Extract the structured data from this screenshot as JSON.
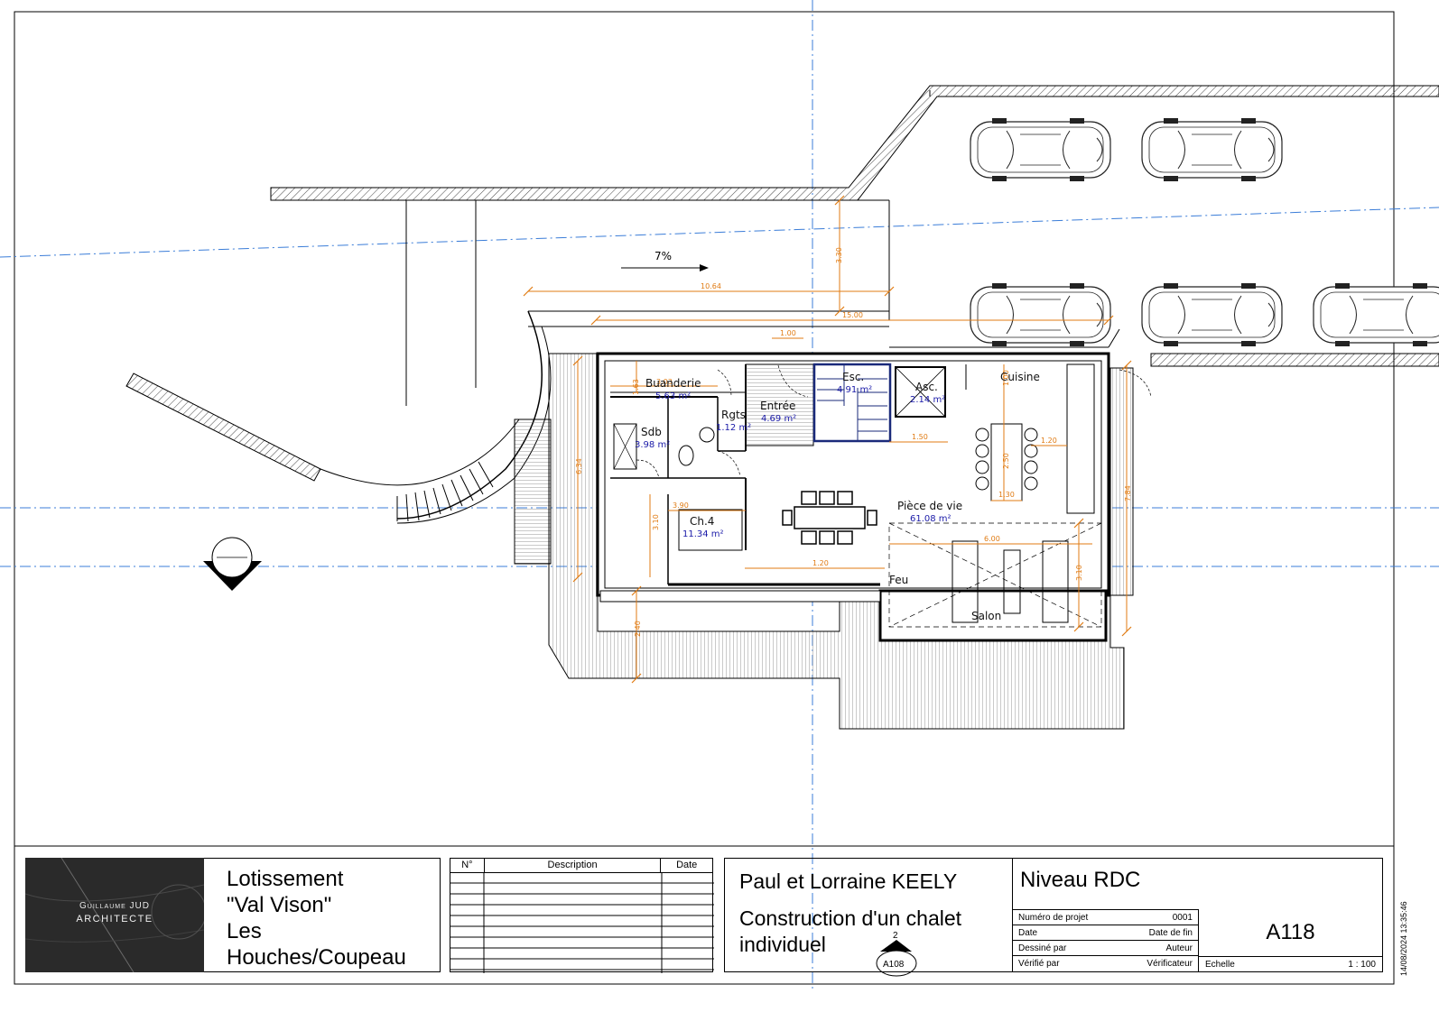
{
  "plan": {
    "slope_label": "7%",
    "rooms": [
      {
        "id": "buanderie",
        "name": "Buanderie",
        "area": "5.63 m²"
      },
      {
        "id": "entree",
        "name": "Entrée",
        "area": "4.69 m²"
      },
      {
        "id": "esc",
        "name": "Esc.",
        "area": "4.91 m²"
      },
      {
        "id": "asc",
        "name": "Asc.",
        "area": "2.14 m²"
      },
      {
        "id": "cuisine",
        "name": "Cuisine",
        "area": ""
      },
      {
        "id": "rgts",
        "name": "Rgts",
        "area": "1.12 m²"
      },
      {
        "id": "sdb",
        "name": "Sdb",
        "area": "3.98 m²"
      },
      {
        "id": "ch4",
        "name": "Ch.4",
        "area": "11.34 m²"
      },
      {
        "id": "piece-de-vie",
        "name": "Pièce de vie",
        "area": "61.08 m²"
      },
      {
        "id": "feu",
        "name": "Feu",
        "area": ""
      },
      {
        "id": "salon",
        "name": "Salon",
        "area": ""
      }
    ],
    "dimensions": [
      "10.64",
      "15.00",
      "3.30",
      "1.00",
      "1.63",
      "3.03",
      "6.34",
      "3.90",
      "3.10",
      "2.40",
      "1.20",
      "1.50",
      "1.00",
      "2.50",
      "1.30",
      "1.20",
      "6.00",
      "3.10",
      "7.84"
    ],
    "section_marker": {
      "number": "2",
      "sheet": "A108"
    },
    "colors": {
      "wall": "#000000",
      "dimension": "#e07b13",
      "axis": "#3b7dd8",
      "area_text": "#1a1aa8",
      "hatch": "#555555"
    }
  },
  "titleblock": {
    "architect": {
      "name": "Guillaume JUD",
      "title": "ARCHITECTE"
    },
    "project_lines": [
      "Lotissement",
      "\"Val Vison\"",
      "Les",
      "Houches/Coupeau"
    ],
    "revision_headers": {
      "number": "N°",
      "description": "Description",
      "date": "Date"
    },
    "client_name": "Paul et Lorraine KEELY",
    "project_description": "Construction d'un chalet individuel",
    "sheet_title": "Niveau RDC",
    "fields": [
      {
        "label": "Numéro de projet",
        "value": "0001"
      },
      {
        "label": "Date",
        "value": "Date de fin"
      },
      {
        "label": "Dessiné par",
        "value": "Auteur"
      },
      {
        "label": "Vérifié par",
        "value": "Vérificateur"
      }
    ],
    "sheet_number": "A118",
    "scale_label": "Echelle",
    "scale_value": "1 : 100",
    "timestamp": "14/08/2024 13:35:46"
  }
}
